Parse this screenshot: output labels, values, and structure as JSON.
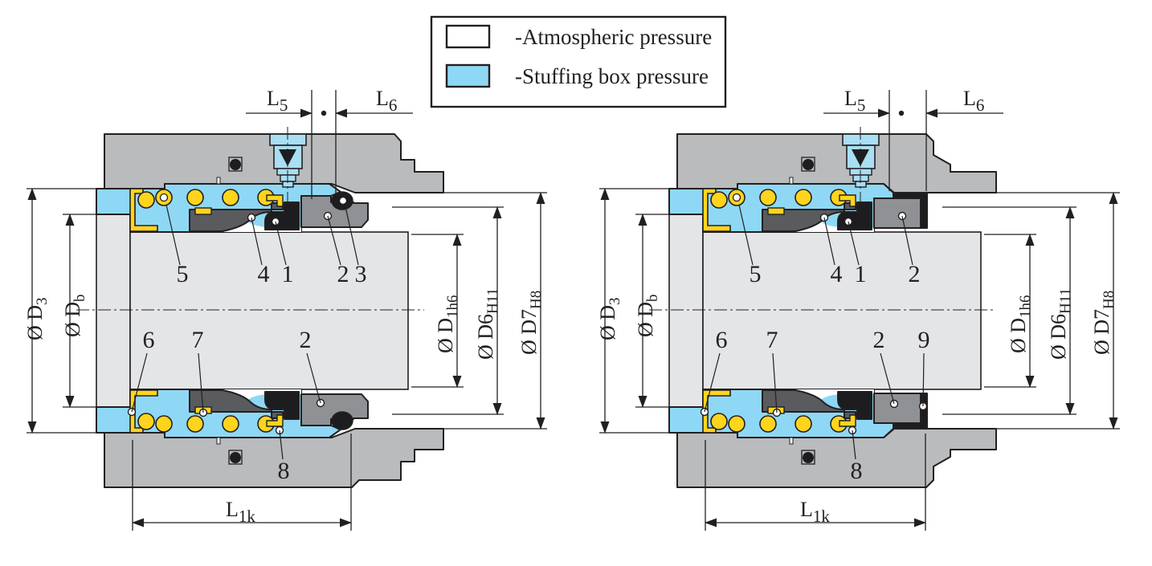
{
  "legend": {
    "items": [
      {
        "label": "-Atmospheric pressure",
        "swatch_color": "#ffffff"
      },
      {
        "label": "-Stuffing box pressure",
        "swatch_color": "#8ed8f5"
      }
    ]
  },
  "dims": {
    "l5": {
      "main": "L",
      "sub": "5"
    },
    "l6": {
      "main": "L",
      "sub": "6"
    },
    "l1k": {
      "main": "L",
      "sub": "1k"
    },
    "d3": {
      "main": "Ø D",
      "sub": "3"
    },
    "db": {
      "main": "Ø D",
      "sub": "b"
    },
    "d1h6": {
      "main": "Ø D",
      "sub": "1h6"
    },
    "d6h11": {
      "main": "Ø D6",
      "sub": "H11"
    },
    "d7h8": {
      "main": "Ø D7",
      "sub": "H8"
    }
  },
  "callouts": {
    "left": {
      "top": [
        "5",
        "4",
        "1",
        "2",
        "3"
      ],
      "bottom": [
        "6",
        "7",
        "2",
        "8"
      ]
    },
    "right": {
      "top": [
        "5",
        "4",
        "1",
        "2"
      ],
      "bottom": [
        "6",
        "7",
        "2",
        "9",
        "8"
      ]
    }
  },
  "colors": {
    "stuffing_box_blue": "#8ed8f5",
    "atmospheric_white": "#ffffff",
    "housing_gray": "#b9bbbd",
    "shaft_gray": "#e4e5e7",
    "dark_part_gray": "#595b5e",
    "seat_gray": "#8f9194",
    "black_part": "#1d1d1f",
    "spring_yellow": "#ffd41d",
    "outline": "#231f20"
  }
}
